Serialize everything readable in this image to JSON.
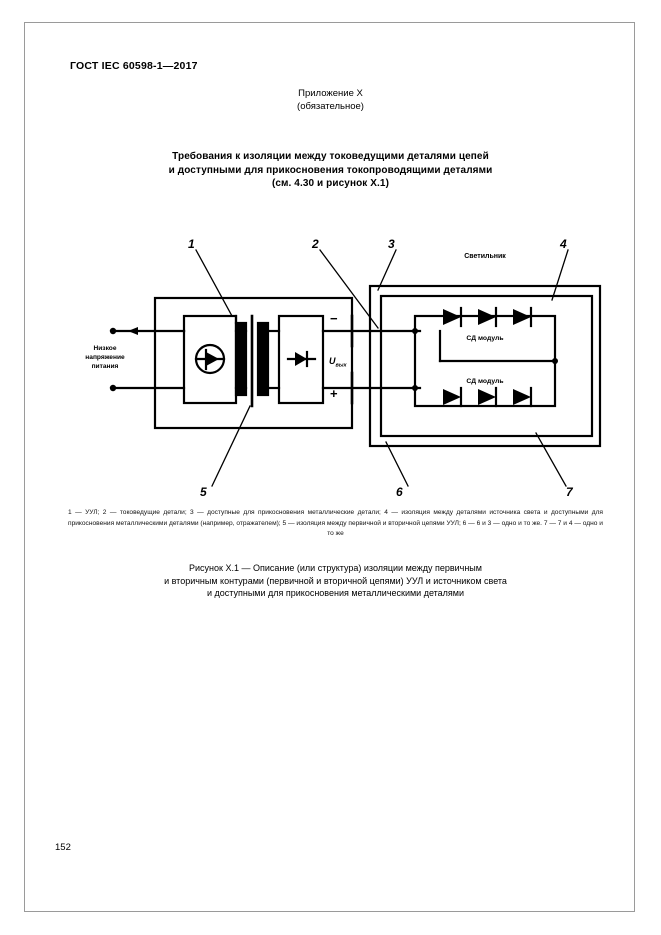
{
  "document": {
    "standard_header": "ГОСТ IEC 60598-1—2017",
    "page_number": "152"
  },
  "annex": {
    "line1": "Приложение X",
    "line2": "(обязательное)"
  },
  "title": {
    "line1": "Требования к изоляции между токоведущими деталями цепей",
    "line2": "и доступными для прикосновения токопроводящими деталями",
    "line3": "(см. 4.30 и рисунок X.1)"
  },
  "figure": {
    "input_label_line1": "Низкое",
    "input_label_line2": "напряжение",
    "input_label_line3": "питания",
    "output_voltage_label": "U",
    "output_voltage_sub": "вых",
    "minus_sign": "−",
    "plus_sign": "+",
    "luminaire_label": "Светильник",
    "led_module_top": "СД модуль",
    "led_module_bottom": "СД модуль",
    "callouts": [
      {
        "id": "1",
        "label": "1"
      },
      {
        "id": "2",
        "label": "2"
      },
      {
        "id": "3",
        "label": "3"
      },
      {
        "id": "4",
        "label": "4"
      },
      {
        "id": "5",
        "label": "5"
      },
      {
        "id": "6",
        "label": "6"
      },
      {
        "id": "7",
        "label": "7"
      }
    ]
  },
  "legend": {
    "text": "1 — УУЛ; 2 — токоведущие детали; 3 — доступные для прикосновения металлические детали; 4 — изоляция между деталями источника света и доступными для прикосновения металлическими деталями (например, отражателем); 5 — изоляция между первичной и вторичной цепями УУЛ; 6 — 6 и 3 — одно и то же. 7 — 7 и 4 — одно и то же"
  },
  "caption": {
    "line1": "Рисунок X.1 — Описание (или структура) изоляции между первичным",
    "line2": "и вторичным контурами (первичной и вторичной цепями) УУЛ и источником света",
    "line3": "и доступными для прикосновения металлическими деталями"
  }
}
